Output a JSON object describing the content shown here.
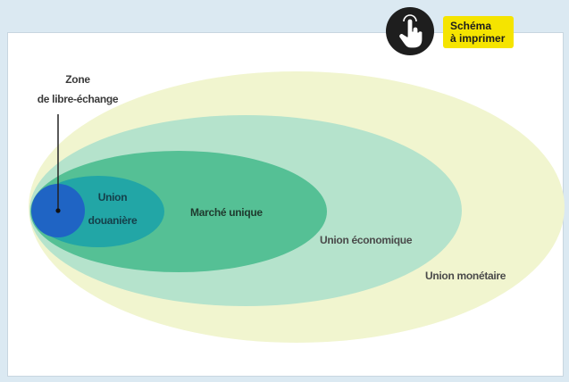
{
  "diagram": {
    "labels": {
      "zone_line1": "Zone",
      "zone_line2": "de libre-échange",
      "union_douaniere_line1": "Union",
      "union_douaniere_line2": "douanière",
      "marche_unique": "Marché unique",
      "union_economique": "Union économique",
      "union_monetaire": "Union monétaire"
    },
    "colors": {
      "union_monetaire": "#f1f5cf",
      "union_economique": "#b5e3cc",
      "marche_unique": "#55c095",
      "union_douaniere": "#22a6a6",
      "zone_libre_echange": "#1f64c4"
    }
  },
  "print_button": {
    "line1": "Schéma",
    "line2": "à imprimer",
    "icon": "hand-pointer-icon"
  }
}
